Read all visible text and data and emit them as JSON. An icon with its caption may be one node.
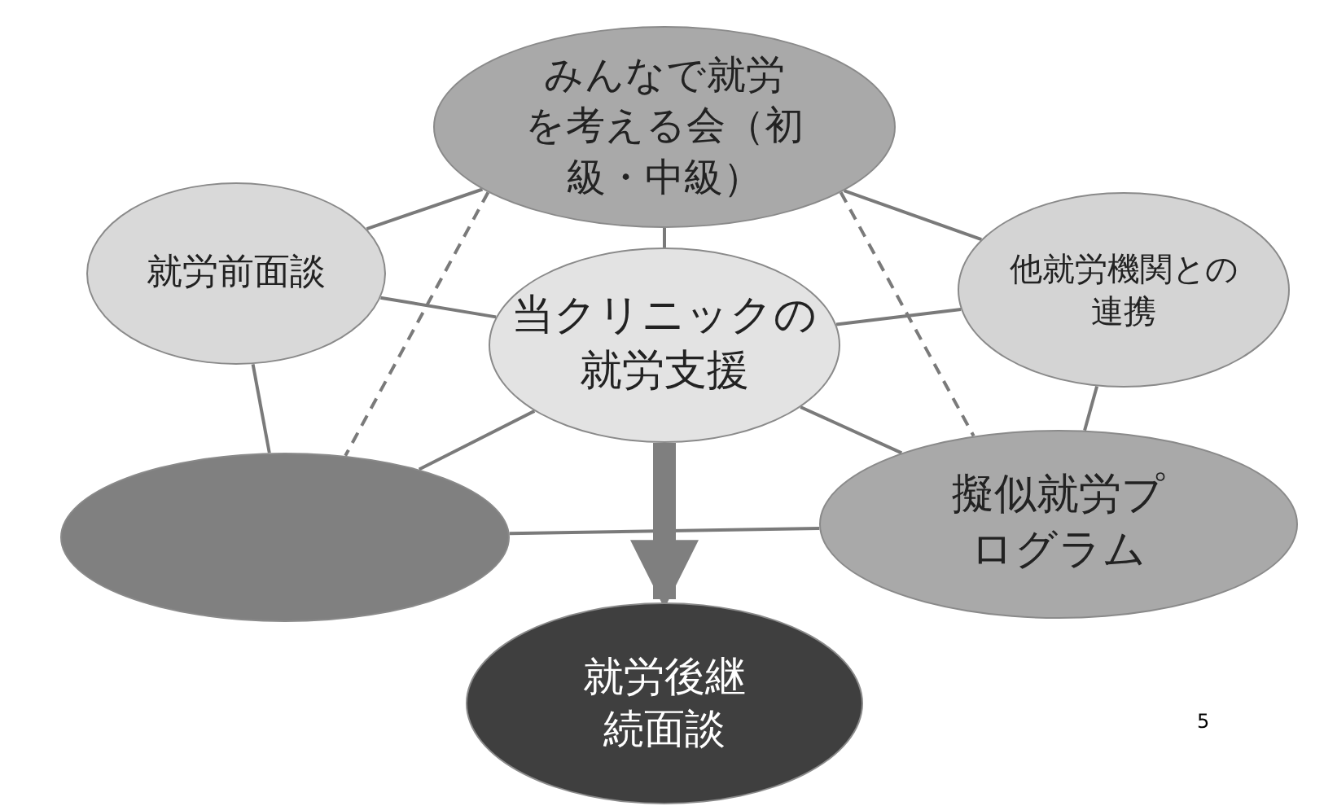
{
  "diagram": {
    "nodes": [
      {
        "text": [
          "みんなで就労を考える会（初級・中級）"
        ]
      },
      {
        "text": [
          "就労前面談"
        ]
      },
      {
        "text": [
          "当クリニックの就労支援"
        ]
      },
      {
        "text": [
          "他就労機関との連携"
        ]
      },
      {
        "text": [],
        "shape": "circle"
      },
      {
        "text": [
          "擬似就労プログラム"
        ]
      },
      {
        "text": [
          "就労後継続面談"
        ]
      }
    ],
    "edges": [
      {
        "from": 0,
        "to": 1,
        "arrow": "none"
      },
      {
        "from": 0,
        "to": 3,
        "arrow": "none"
      },
      {
        "from": 0,
        "to": 2,
        "arrow": "none"
      },
      {
        "from": 1,
        "to": 2,
        "arrow": "none"
      },
      {
        "from": 2,
        "to": 3,
        "arrow": "none"
      },
      {
        "from": 1,
        "to": 4,
        "arrow": "none"
      },
      {
        "from": 3,
        "to": 5,
        "arrow": "none"
      },
      {
        "from": 2,
        "to": 4,
        "arrow": "none"
      },
      {
        "from": 2,
        "to": 5,
        "arrow": "none"
      },
      {
        "from": 4,
        "to": 5,
        "arrow": "none"
      },
      {
        "from": 0,
        "to": 4,
        "arrow": "none",
        "style": "dashed"
      },
      {
        "from": 0,
        "to": 5,
        "arrow": "none",
        "style": "dashed"
      },
      {
        "from": 2,
        "to": 6,
        "arrow": "to",
        "style": "thick",
        "color": "#7f7f7f"
      }
    ],
    "labels": [
      "5"
    ]
  }
}
